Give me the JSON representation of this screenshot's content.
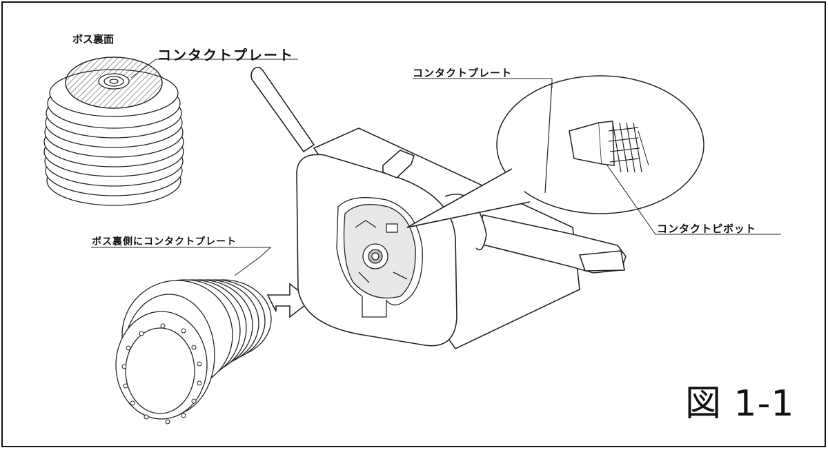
{
  "labels": {
    "boss_back": "ボス裏面",
    "contact_plate_left": "コンタクトプレート",
    "contact_plate_right": "コンタクトプレート",
    "contact_pivot": "コンタクトピボット",
    "boss_side_plate": "ボス裏側にコンタクトプレート"
  },
  "figure_label": "図 1-1",
  "colors": {
    "line": "#1a1a1a",
    "hatch": "#555555",
    "background": "#ffffff"
  }
}
